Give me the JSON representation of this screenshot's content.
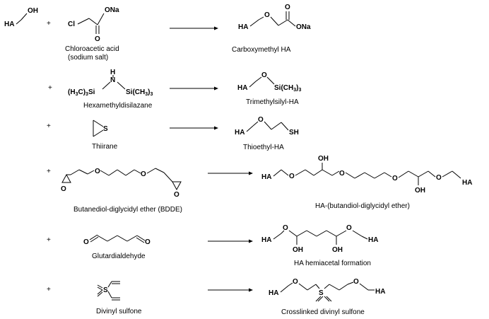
{
  "start": {
    "reactant": "HA",
    "oh": "OH"
  },
  "plus": "+",
  "rows": [
    {
      "reagent_name": "Chloroacetic acid",
      "reagent_sub": "(sodium salt)",
      "product_name": "Carboxymethyl HA",
      "atoms": {
        "cl": "Cl",
        "ona": "ONa",
        "o": "O",
        "ha": "HA",
        "o2": "O",
        "o3": "O",
        "ona2": "ONa"
      }
    },
    {
      "reagent_name": "Hexamethyldisilazane",
      "product_name": "Trimethylsilyl-HA",
      "atoms": {
        "left": "(H3C)3Si",
        "n": "N",
        "h": "H",
        "right": "Si(CH3)3",
        "ha": "HA",
        "o": "O",
        "si": "Si(CH3)3"
      }
    },
    {
      "reagent_name": "Thiirane",
      "product_name": "Thioethyl-HA",
      "atoms": {
        "s": "S",
        "ha": "HA",
        "o": "O",
        "sh": "SH"
      }
    },
    {
      "reagent_name": "Butanediol-diglycidyl ether (BDDE)",
      "product_name": "HA-(butandiol-diglycidyl ether)",
      "atoms": {
        "o1": "O",
        "o2": "O",
        "o3": "O",
        "o4": "O",
        "ha": "HA",
        "oh": "OH",
        "ha2": "HA"
      }
    },
    {
      "reagent_name": "Glutardialdehyde",
      "product_name": "HA hemiacetal formation",
      "atoms": {
        "o1": "O",
        "o2": "O",
        "ha": "HA",
        "oh": "OH",
        "ha2": "HA"
      }
    },
    {
      "reagent_name": "Divinyl sulfone",
      "product_name": "Crosslinked divinyl sulfone",
      "atoms": {
        "s": "S",
        "o": "O",
        "ha": "HA",
        "ha2": "HA"
      }
    }
  ]
}
